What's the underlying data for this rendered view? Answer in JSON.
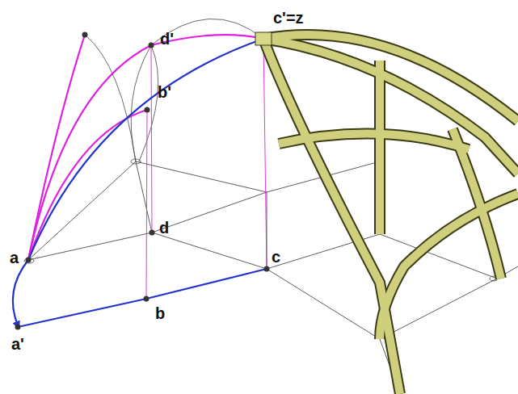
{
  "diagram": {
    "labels": [
      "c'=z",
      "d'",
      "b'",
      "a",
      "d",
      "c",
      "b",
      "a'"
    ]
  }
}
